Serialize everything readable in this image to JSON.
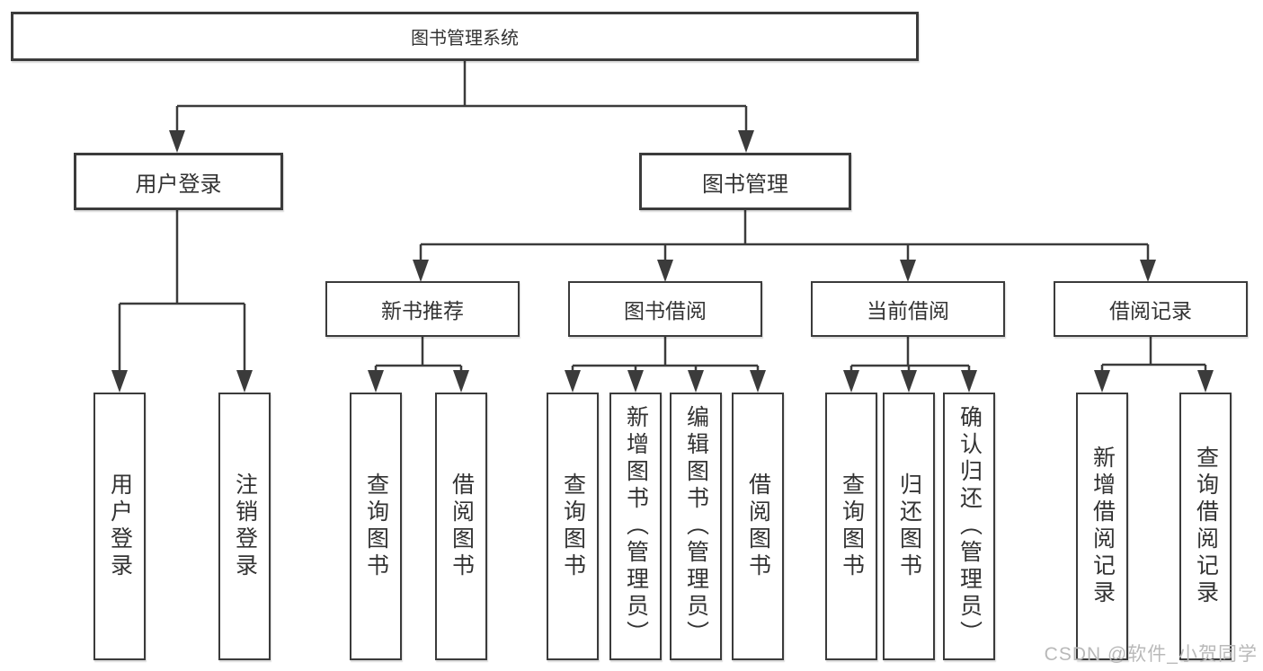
{
  "tree": {
    "label": "图书管理系统",
    "children": [
      {
        "label": "用户登录",
        "children": [
          {
            "label": "用户登录"
          },
          {
            "label": "注销登录"
          }
        ]
      },
      {
        "label": "图书管理",
        "children": [
          {
            "label": "新书推荐",
            "children": [
              {
                "label": "查询图书"
              },
              {
                "label": "借阅图书"
              }
            ]
          },
          {
            "label": "图书借阅",
            "children": [
              {
                "label": "查询图书"
              },
              {
                "label": "新增图书（管理员）"
              },
              {
                "label": "编辑图书（管理员）"
              },
              {
                "label": "借阅图书"
              }
            ]
          },
          {
            "label": "当前借阅",
            "children": [
              {
                "label": "查询图书"
              },
              {
                "label": "归还图书"
              },
              {
                "label": "确认归还（管理员）"
              }
            ]
          },
          {
            "label": "借阅记录",
            "children": [
              {
                "label": "新增借阅记录"
              },
              {
                "label": "查询借阅记录"
              }
            ]
          }
        ]
      }
    ]
  },
  "watermark": "CSDN @软件_小贺同学",
  "colors": {
    "line": "#3b3b3b",
    "box_border": "#3b3b3b",
    "text": "#333333",
    "background": "#ffffff",
    "watermark": "#b9b9b9"
  }
}
